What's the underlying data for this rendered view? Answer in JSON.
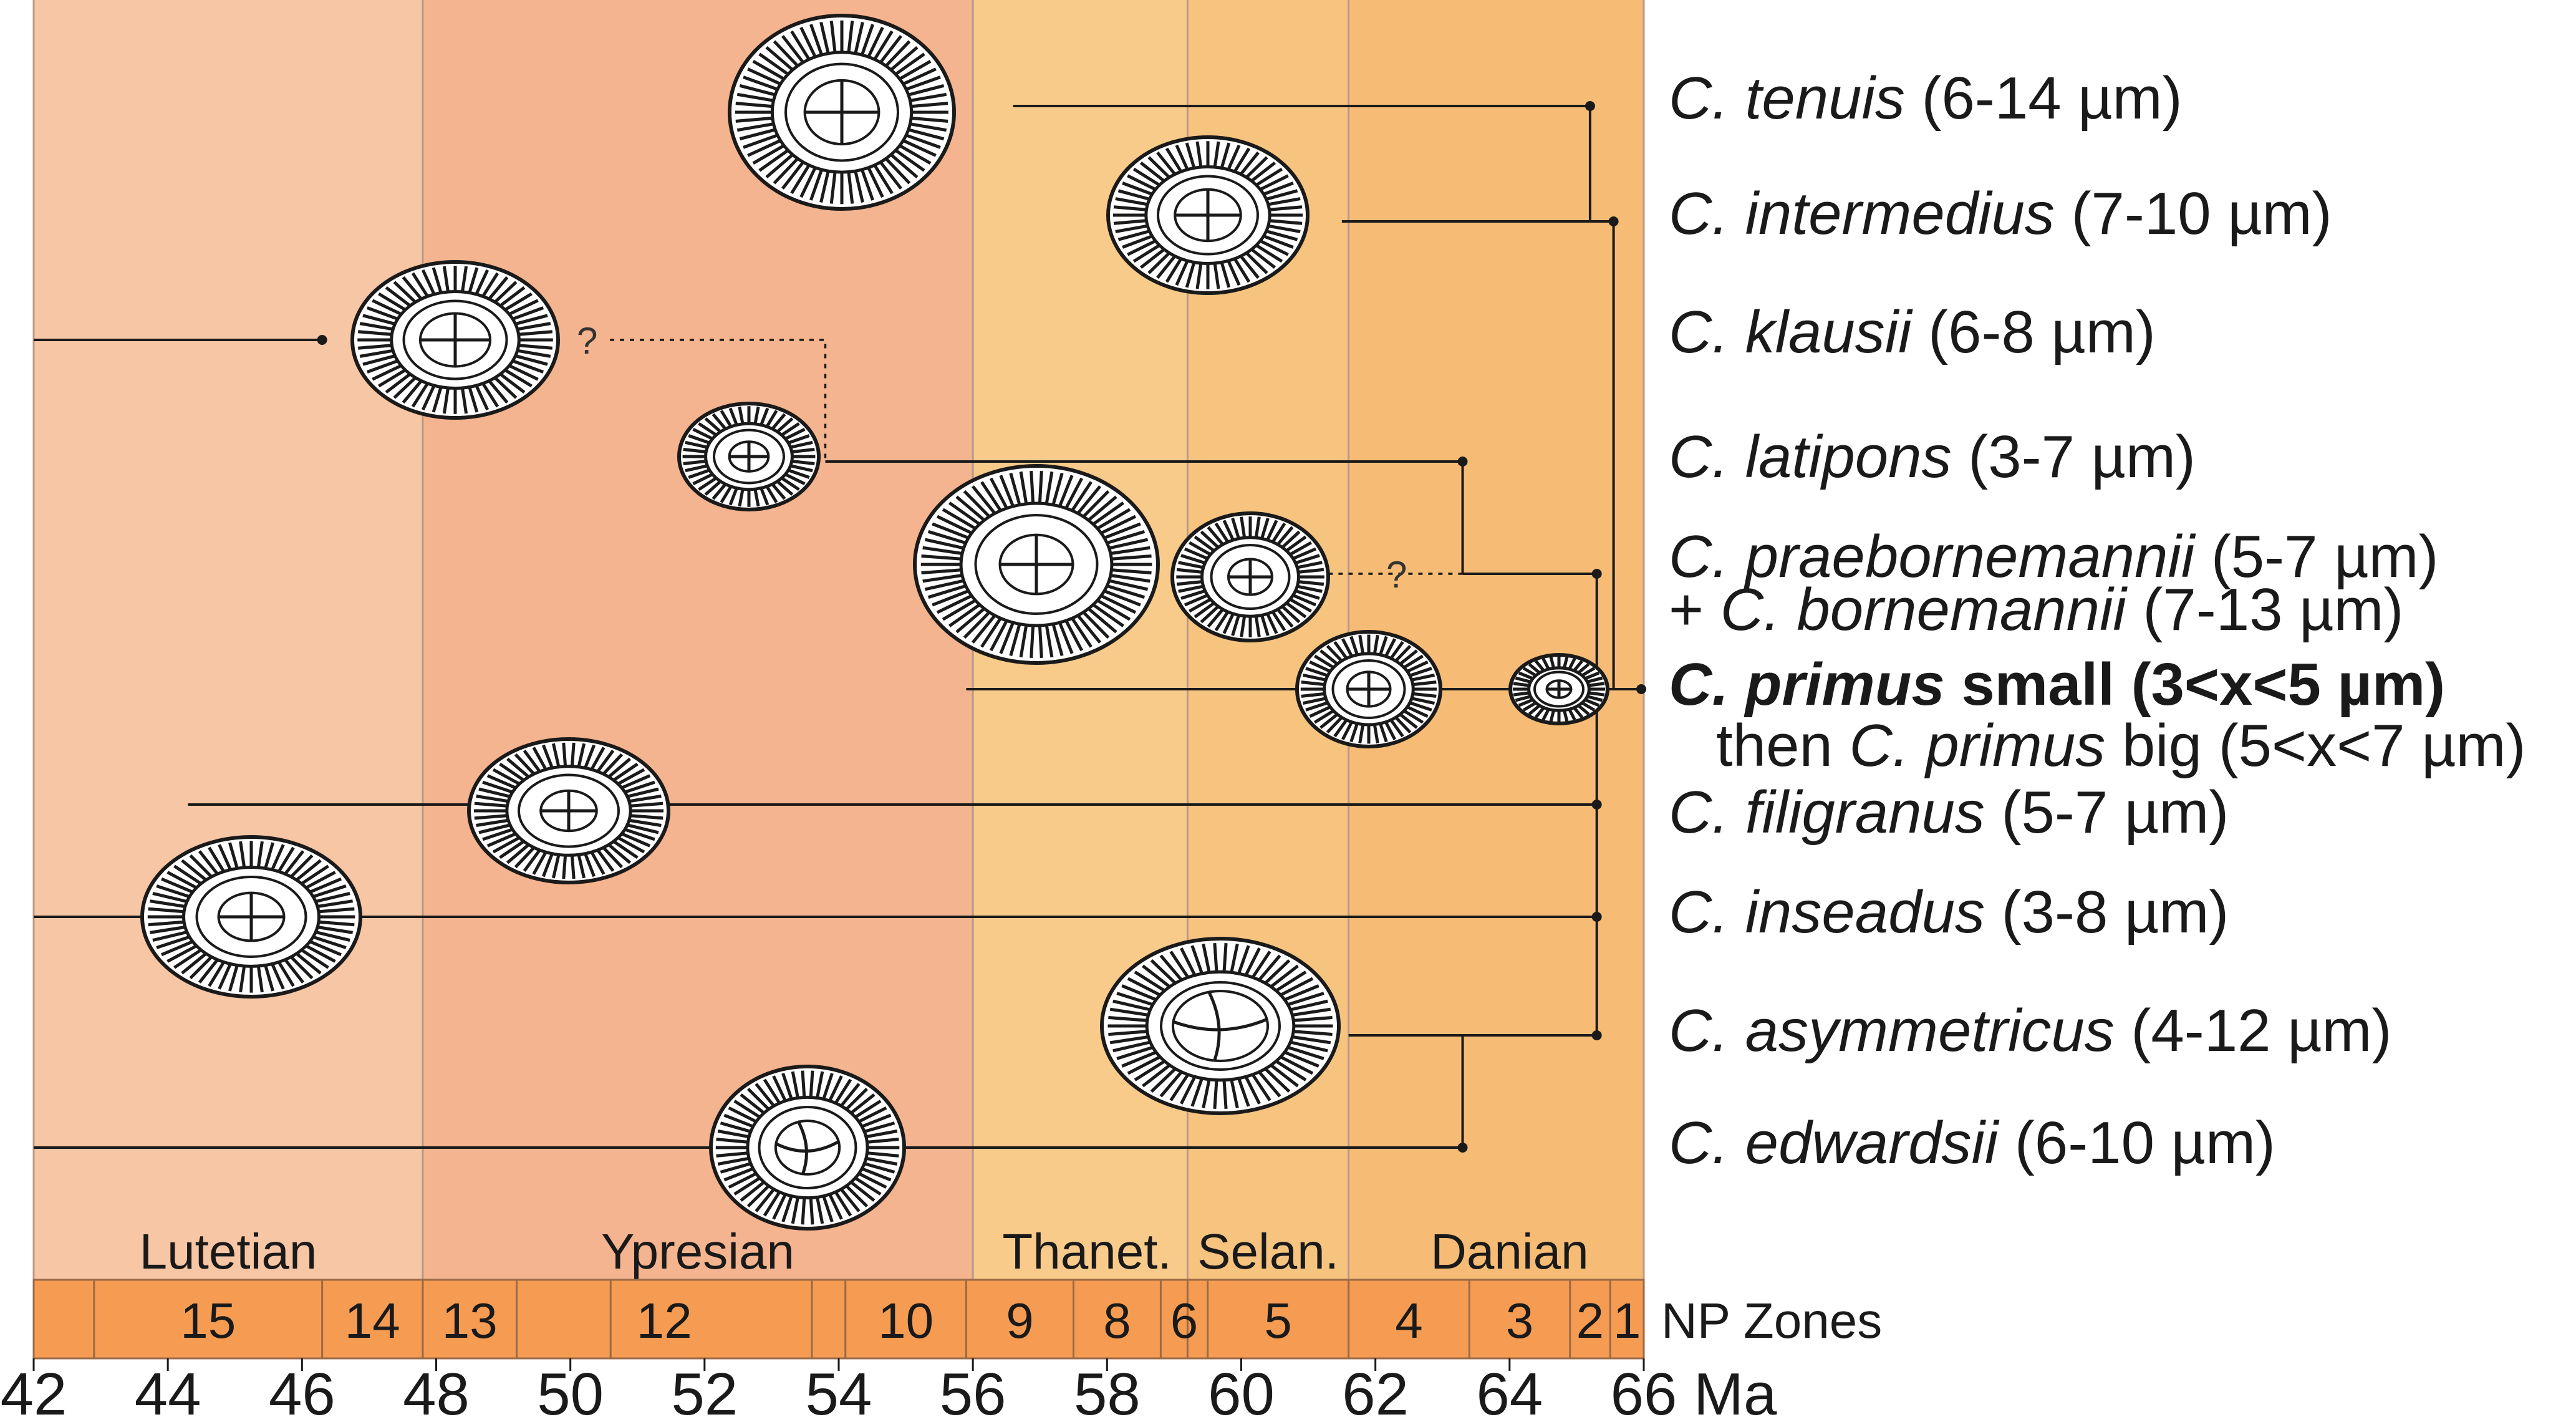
{
  "chart_data": {
    "type": "diagram",
    "x_axis": {
      "unit": "Ma",
      "range": [
        42,
        66
      ],
      "reversed": true,
      "ticks": [
        42,
        44,
        46,
        48,
        50,
        52,
        54,
        56,
        58,
        60,
        62,
        64,
        66
      ]
    },
    "stages": [
      {
        "name": "Lutetian",
        "from": 42,
        "to": 47.8,
        "color": "#f7c6a4"
      },
      {
        "name": "Ypresian",
        "from": 47.8,
        "to": 56.0,
        "color": "#f4b48f"
      },
      {
        "name": "Thanet.",
        "from": 56.0,
        "to": 59.2,
        "color": "#f8cb8b"
      },
      {
        "name": "Selan.",
        "from": 59.2,
        "to": 61.6,
        "color": "#f7c480"
      },
      {
        "name": "Danian",
        "from": 61.6,
        "to": 66.0,
        "color": "#f6bc75"
      }
    ],
    "np_zones": {
      "label": "NP Zones",
      "color": "#f59c52",
      "boundaries": [
        42,
        42.9,
        46.3,
        47.8,
        49.2,
        50.6,
        53.6,
        54.1,
        55.9,
        57.5,
        58.8,
        59.2,
        59.5,
        61.6,
        63.4,
        64.9,
        65.5,
        66
      ],
      "zones": [
        {
          "label": "15",
          "from": 42.9,
          "to": 46.3
        },
        {
          "label": "14",
          "from": 46.3,
          "to": 47.8
        },
        {
          "label": "13",
          "from": 47.8,
          "to": 49.2
        },
        {
          "label": "12",
          "from": 49.2,
          "to": 53.6
        },
        {
          "label": "10",
          "from": 54.1,
          "to": 55.9
        },
        {
          "label": "9",
          "from": 55.9,
          "to": 57.5
        },
        {
          "label": "8",
          "from": 57.5,
          "to": 58.8
        },
        {
          "label": "6",
          "from": 58.8,
          "to": 59.5
        },
        {
          "label": "5",
          "from": 59.5,
          "to": 61.6
        },
        {
          "label": "4",
          "from": 61.6,
          "to": 63.4
        },
        {
          "label": "3",
          "from": 63.4,
          "to": 64.9
        },
        {
          "label": "2",
          "from": 64.9,
          "to": 65.5
        },
        {
          "label": "1",
          "from": 65.5,
          "to": 66
        }
      ]
    },
    "lineages": [
      {
        "name": "C. tenuis",
        "size": "(6-14 µm)",
        "first_occurrence": 65.2,
        "last_occurrence": 56.6
      },
      {
        "name": "C. intermedius",
        "size": "(7-10 µm)",
        "first_occurrence": 65.2,
        "last_occurrence": 61.5
      },
      {
        "name": "C. klausii",
        "size": "(6-8 µm)",
        "first_occurrence": 46.3,
        "last_occurrence": 42,
        "uncertain_link_to": "C. latipons"
      },
      {
        "name": "C. latipons",
        "size": "(3-7 µm)",
        "first_occurrence": 63.3,
        "last_occurrence": 53.8
      },
      {
        "name": "C. praebornemannii",
        "size": "(5-7 µm)",
        "extra": "+ C. bornemannii (7-13 µm)",
        "first_occurrence": 65.3,
        "last_occurrence": 63.3,
        "uncertain_segment": [
          61.3,
          63.3
        ]
      },
      {
        "name": "C. primus",
        "suffix": "small (3<x<5 µm)",
        "then": "then C. primus big (5<x<7 µm)",
        "first_occurrence": 66.0,
        "last_occurrence": 55.9,
        "bold": true
      },
      {
        "name": "C. filigranus",
        "size": "(5-7 µm)",
        "first_occurrence": 65.3,
        "last_occurrence": 44.3
      },
      {
        "name": "C. inseadus",
        "size": "(3-8 µm)",
        "first_occurrence": 65.3,
        "last_occurrence": 42
      },
      {
        "name": "C. asymmetricus",
        "size": "(4-12 µm)",
        "first_occurrence": 65.3,
        "last_occurrence": 61.6
      },
      {
        "name": "C. edwardsii",
        "size": "(6-10 µm)",
        "first_occurrence": 63.3,
        "last_occurrence": 42
      }
    ]
  },
  "labels": {
    "species": [
      {
        "name": "C. tenuis",
        "rest": " (6-14 µm)"
      },
      {
        "name": "C. intermedius",
        "rest": " (7-10 µm)"
      },
      {
        "name": "C. klausii",
        "rest": " (6-8 µm)"
      },
      {
        "name": "C. latipons",
        "rest": " (3-7 µm)"
      },
      {
        "name": "C. praebornemannii",
        "rest": " (5-7 µm)"
      },
      {
        "pre": "+ ",
        "name": "C. bornemannii",
        "rest": " (7-13 µm)"
      },
      {
        "name": "C. primus",
        "rest": " small (3<x<5 µm)",
        "bold": true
      },
      {
        "pre": "then ",
        "name": "C. primus",
        "rest": " big (5<x<7 µm)"
      },
      {
        "name": "C. filigranus",
        "rest": " (5-7 µm)"
      },
      {
        "name": "C. inseadus",
        "rest": " (3-8 µm)"
      },
      {
        "name": "C. asymmetricus",
        "rest": " (4-12 µm)"
      },
      {
        "name": "C. edwardsii",
        "rest": " (6-10 µm)"
      }
    ],
    "np_zones_label": "NP Zones",
    "axis_unit": "Ma",
    "question_mark": "?"
  },
  "colors": {
    "line": "#1a1a1a",
    "coccolith_fill": "#ffffff",
    "np_band": "#f59c52"
  }
}
